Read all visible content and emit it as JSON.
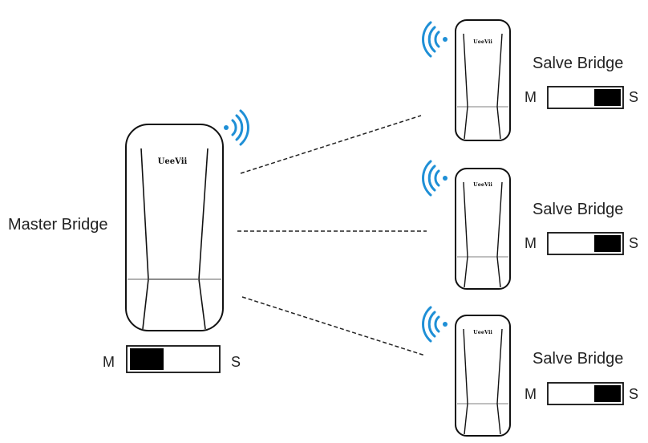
{
  "master": {
    "label": "Master Bridge",
    "brand": "UeeVii",
    "switch": {
      "left_label": "M",
      "right_label": "S",
      "position": "M"
    }
  },
  "slaves": [
    {
      "label": "Salve Bridge",
      "brand": "UeeVii",
      "switch": {
        "left_label": "M",
        "right_label": "S",
        "position": "S"
      }
    },
    {
      "label": "Salve Bridge",
      "brand": "UeeVii",
      "switch": {
        "left_label": "M",
        "right_label": "S",
        "position": "S"
      }
    },
    {
      "label": "Salve Bridge",
      "brand": "UeeVii",
      "switch": {
        "left_label": "M",
        "right_label": "S",
        "position": "S"
      }
    }
  ],
  "colors": {
    "wifi_icon": "#1e8fd6",
    "outline": "#111111",
    "switch_knob": "#000000",
    "link_line": "#222222"
  }
}
